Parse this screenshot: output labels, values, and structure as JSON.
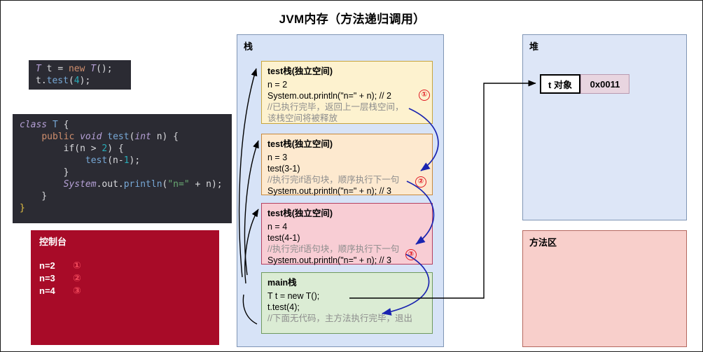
{
  "title": "JVM内存（方法递归调用）",
  "code_small": {
    "lines": [
      [
        {
          "t": "T",
          "c": "tk-type"
        },
        {
          "t": " t ",
          "c": "tk-plain"
        },
        {
          "t": "=",
          "c": "tk-op"
        },
        {
          "t": " ",
          "c": "tk-plain"
        },
        {
          "t": "new",
          "c": "tk-new"
        },
        {
          "t": " ",
          "c": "tk-plain"
        },
        {
          "t": "T",
          "c": "tk-type"
        },
        {
          "t": "();",
          "c": "tk-plain"
        }
      ],
      [
        {
          "t": "t.",
          "c": "tk-plain"
        },
        {
          "t": "test",
          "c": "tk-fn"
        },
        {
          "t": "(",
          "c": "tk-plain"
        },
        {
          "t": "4",
          "c": "tk-num"
        },
        {
          "t": ");",
          "c": "tk-plain"
        }
      ]
    ],
    "plain": "T t = new T();\nt.test(4);"
  },
  "code_main": {
    "lines": [
      [
        {
          "t": "class",
          "c": "tk-type"
        },
        {
          "t": " ",
          "c": "tk-plain"
        },
        {
          "t": "T",
          "c": "tk-fn"
        },
        {
          "t": " {",
          "c": "tk-plain"
        }
      ],
      [
        {
          "t": "    ",
          "c": "tk-plain"
        },
        {
          "t": "public",
          "c": "tk-kw"
        },
        {
          "t": " ",
          "c": "tk-plain"
        },
        {
          "t": "void",
          "c": "tk-type"
        },
        {
          "t": " ",
          "c": "tk-plain"
        },
        {
          "t": "test",
          "c": "tk-fn"
        },
        {
          "t": "(",
          "c": "tk-plain"
        },
        {
          "t": "int",
          "c": "tk-type"
        },
        {
          "t": " n) {",
          "c": "tk-plain"
        }
      ],
      [
        {
          "t": "        if(n ",
          "c": "tk-plain"
        },
        {
          "t": ">",
          "c": "tk-op"
        },
        {
          "t": " ",
          "c": "tk-plain"
        },
        {
          "t": "2",
          "c": "tk-num"
        },
        {
          "t": ") {",
          "c": "tk-plain"
        }
      ],
      [
        {
          "t": "            ",
          "c": "tk-plain"
        },
        {
          "t": "test",
          "c": "tk-fn"
        },
        {
          "t": "(n-",
          "c": "tk-plain"
        },
        {
          "t": "1",
          "c": "tk-num"
        },
        {
          "t": ");",
          "c": "tk-plain"
        }
      ],
      [
        {
          "t": "        }",
          "c": "tk-plain"
        }
      ],
      [
        {
          "t": "        ",
          "c": "tk-plain"
        },
        {
          "t": "System",
          "c": "tk-type"
        },
        {
          "t": ".out.",
          "c": "tk-plain"
        },
        {
          "t": "println",
          "c": "tk-fn"
        },
        {
          "t": "(",
          "c": "tk-plain"
        },
        {
          "t": "\"n=\"",
          "c": "tk-str"
        },
        {
          "t": " + n);",
          "c": "tk-plain"
        }
      ],
      [
        {
          "t": "    }",
          "c": "tk-plain"
        }
      ],
      [
        {
          "t": "}",
          "c": "tk-brace-y"
        }
      ]
    ],
    "plain": "class T {\n    public void test(int n) {\n        if(n > 2) {\n            test(n-1);\n        }\n        System.out.println(\"n=\" + n);\n    }\n}"
  },
  "console": {
    "title": "控制台",
    "rows": [
      {
        "value": "n=2",
        "marker": "①"
      },
      {
        "value": "n=3",
        "marker": "②"
      },
      {
        "value": "n=4",
        "marker": "③"
      }
    ]
  },
  "regions": {
    "stack": "栈",
    "heap": "堆",
    "method_area": "方法区"
  },
  "frames": [
    {
      "title": "test栈(独立空间)",
      "lines": [
        "n = 2",
        "System.out.println(\"n=\" + n);  // 2"
      ],
      "comment": [
        "//已执行完毕，返回上一层栈空间，",
        "该栈空间将被释放"
      ],
      "badge": "①"
    },
    {
      "title": "test栈(独立空间)",
      "lines": [
        "n = 3",
        "test(3-1)"
      ],
      "comment": [
        "//执行完if语句块，顺序执行下一句"
      ],
      "tail": "System.out.println(\"n=\" + n);  // 3",
      "badge": "②"
    },
    {
      "title": "test栈(独立空间)",
      "lines": [
        "n = 4",
        "test(4-1)"
      ],
      "comment": [
        "//执行完if语句块，顺序执行下一句"
      ],
      "tail": "System.out.println(\"n=\" + n);  // 3",
      "badge": "③"
    },
    {
      "title": "main栈",
      "lines": [
        "T t = new T();",
        "t.test(4);"
      ],
      "comment": [
        "//下面无代码，主方法执行完毕，退出"
      ],
      "badge": ""
    }
  ],
  "heap_object": {
    "name": "t 对象",
    "address": "0x0011"
  },
  "colors": {
    "frame_1_bg": "#fdf2cf",
    "frame_2_bg": "#fde9cf",
    "frame_3_bg": "#f8cdd4",
    "frame_main_bg": "#dbecd4",
    "stack_bg": "#d7e3f7",
    "heap_bg": "#dde6f7",
    "method_bg": "#f8cfcb",
    "console_bg": "#a80b28",
    "editor_bg": "#2b2b33",
    "blue_arrow": "#1a24b0",
    "black_arrow": "#000000",
    "badge_red": "#e01b24"
  }
}
